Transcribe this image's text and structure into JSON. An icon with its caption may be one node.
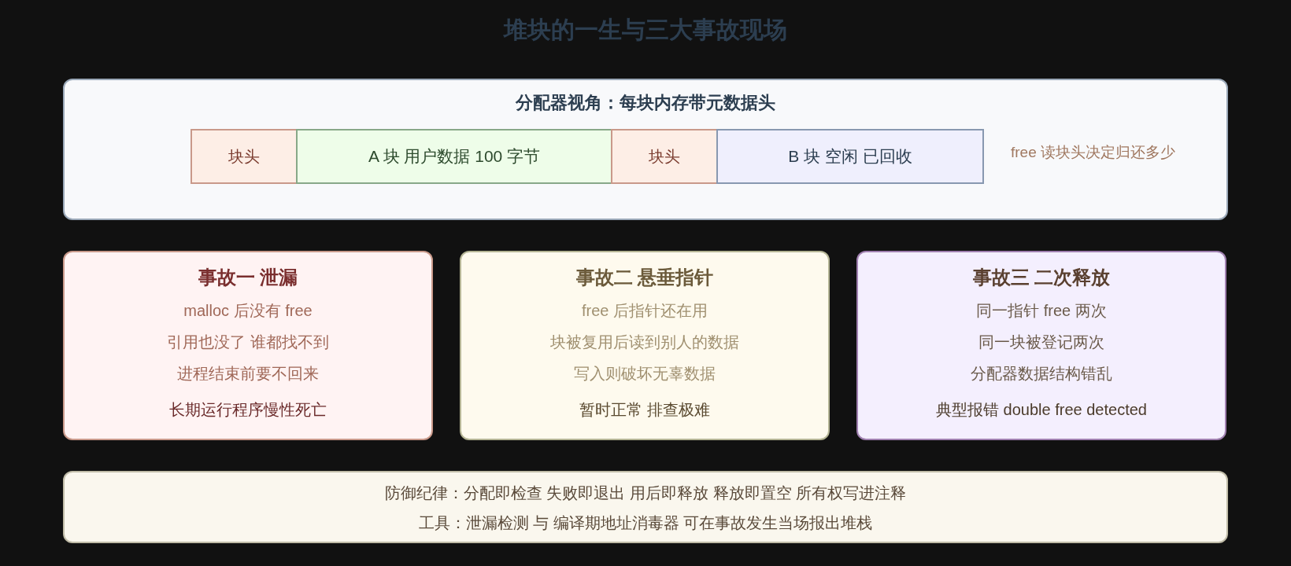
{
  "diagram": {
    "title": "堆块的一生与三大事故现场",
    "nodes": [
      {
        "text": [
          "分配器视角：每块内存带元数据头"
        ]
      },
      {
        "text": [
          "块头"
        ],
        "in": 0
      },
      {
        "text": [
          "A 块 用户数据 100 字节"
        ],
        "in": 0
      },
      {
        "text": [
          "块头"
        ],
        "in": 0
      },
      {
        "text": [
          "B 块 空闲 已回收"
        ],
        "in": 0
      },
      {
        "text": [
          "事故一 泄漏",
          "malloc 后没有 free",
          "引用也没了 谁都找不到",
          "进程结束前要不回来",
          "长期运行程序慢性死亡"
        ]
      },
      {
        "text": [
          "事故二 悬垂指针",
          "free 后指针还在用",
          "块被复用后读到别人的数据",
          "写入则破坏无辜数据",
          "暂时正常 排查极难"
        ]
      },
      {
        "text": [
          "事故三 二次释放",
          "同一指针 free 两次",
          "同一块被登记两次",
          "分配器数据结构错乱",
          "典型报错 double free detected"
        ]
      },
      {
        "text": [
          "防御纪律：分配即检查 失败即退出 用后即释放 释放即置空 所有权写进注释",
          "工具：泄漏检测 与 编译期地址消毒器 可在事故发生当场报出堆栈"
        ]
      }
    ],
    "labels": [
      "free 读块头决定归还多少"
    ]
  }
}
